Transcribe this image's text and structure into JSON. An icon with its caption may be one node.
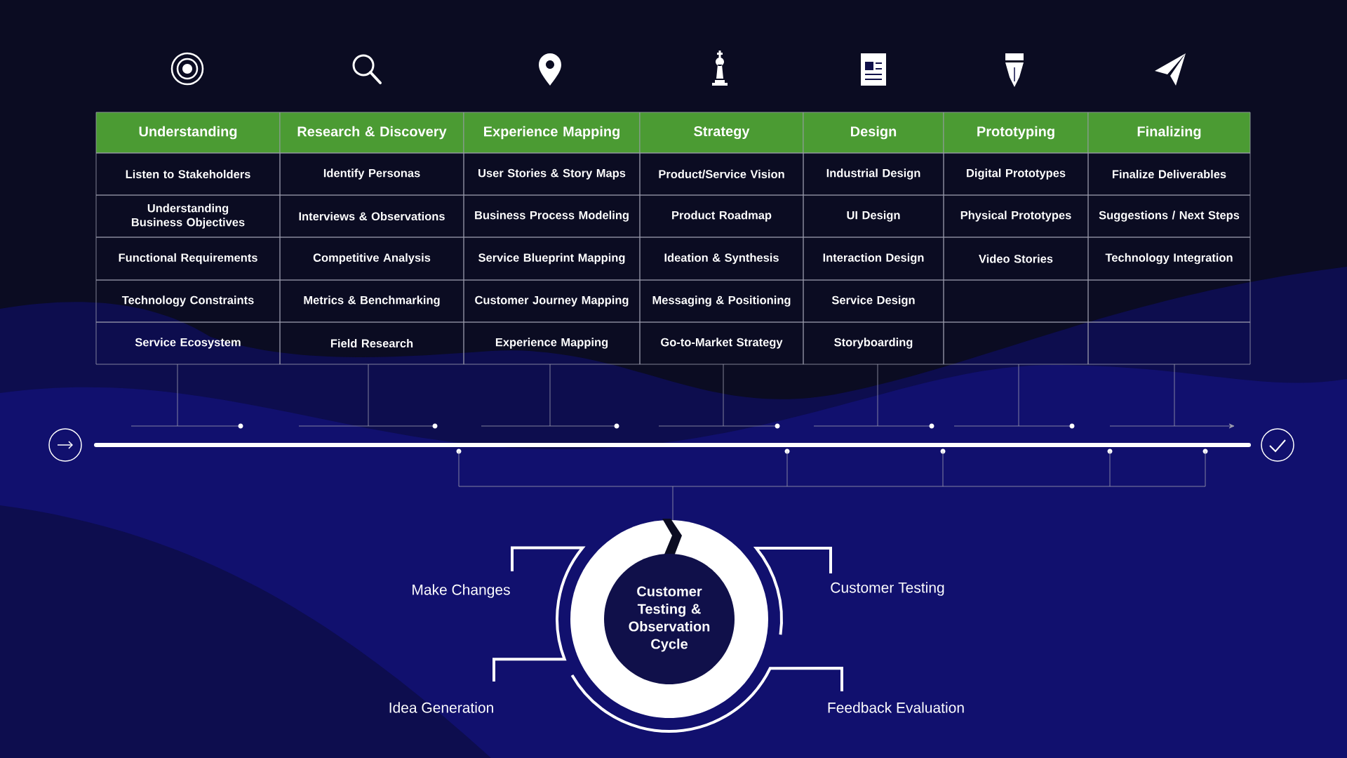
{
  "diagram": {
    "nodes": [
      {
        "text": [
          "Customer Testing & Observation Cycle"
        ]
      }
    ],
    "labels": [
      "Understanding",
      "Research & Discovery",
      "Experience Mapping",
      "Strategy",
      "Design",
      "Prototyping",
      "Finalizing",
      "Listen to Stakeholders",
      "Identify Personas",
      "User Stories & Story Maps",
      "Product/Service Vision",
      "Industrial Design",
      "Digital Prototypes",
      "Finalize Deliverables",
      "Understanding Business Objectives",
      "Interviews & Observations",
      "Business Process Modeling",
      "Product Roadmap",
      "UI Design",
      "Physical Prototypes",
      "Suggestions / Next Steps",
      "Functional Requirements",
      "Competitive Analysis",
      "Service Blueprint Mapping",
      "Ideation & Synthesis",
      "Interaction Design",
      "Video Stories",
      "Technology Integration",
      "Technology Constraints",
      "Metrics & Benchmarking",
      "Customer Journey Mapping",
      "Messaging & Positioning",
      "Service Design",
      "Service Ecosystem",
      "Field Research",
      "Experience Mapping",
      "Go-to-Market Strategy",
      "Storyboarding",
      "Make Changes",
      "Customer Testing",
      "Idea Generation",
      "Feedback Evaluation"
    ]
  }
}
